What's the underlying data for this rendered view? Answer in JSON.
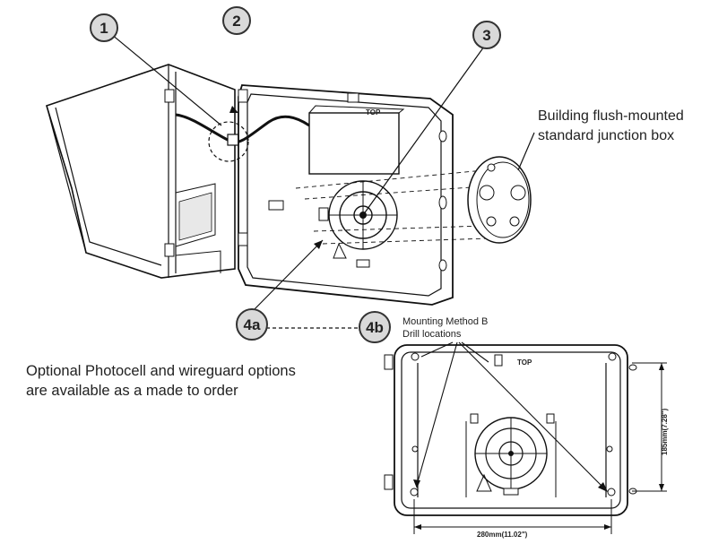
{
  "callouts": [
    {
      "id": "1",
      "label": "1"
    },
    {
      "id": "2",
      "label": "2"
    },
    {
      "id": "3",
      "label": "3"
    },
    {
      "id": "4a",
      "label": "4a"
    },
    {
      "id": "4b",
      "label": "4b"
    }
  ],
  "junction_box_label": {
    "line1": "Building flush-mounted",
    "line2": "standard junction box"
  },
  "mounting_method": {
    "line1": "Mounting Method B",
    "line2": "Drill locations"
  },
  "photocell_note": {
    "line1": "Optional Photocell and wireguard options",
    "line2": "are available as a made to order"
  },
  "dimensions": {
    "width": "280mm(11.02\")",
    "height": "185mm(7.28\")"
  },
  "plate_marks": {
    "top": "TOP"
  }
}
